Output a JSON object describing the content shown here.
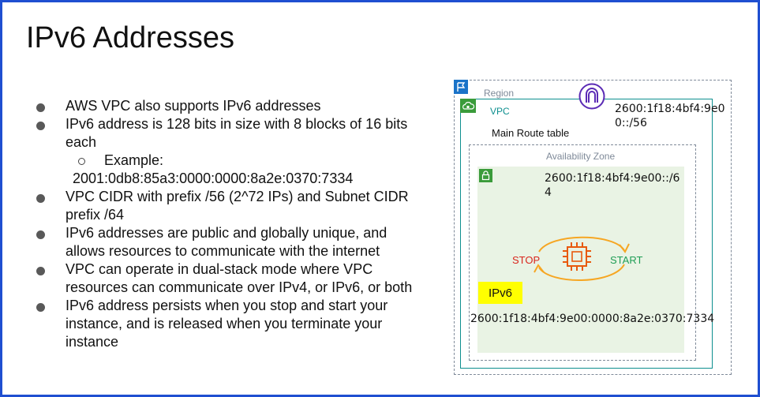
{
  "slide": {
    "title": "IPv6 Addresses",
    "bullets": [
      "AWS VPC also supports IPv6 addresses",
      "IPv6 address is 128 bits in size with 8 blocks of 16 bits each",
      "VPC CIDR with prefix /56 (2^72 IPs) and Subnet CIDR prefix /64",
      "IPv6 addresses are public and globally unique, and allows resources to communicate with the internet",
      "VPC can operate in dual-stack mode where VPC resources can communicate over IPv4, or IPv6, or both",
      "IPv6 address persists when you stop and start your instance, and is released when you terminate your instance"
    ],
    "sub_bullet": {
      "label": "Example:",
      "value": "2001:0db8:85a3:0000:0000:8a2e:0370:7334"
    }
  },
  "diagram": {
    "region_label": "Region",
    "vpc_label": "VPC",
    "vpc_cidr": "2600:1f18:4bf4:9e00::/56",
    "route_table_label": "Main Route table",
    "az_label": "Availability Zone",
    "subnet_cidr": "2600:1f18:4bf4:9e00::/64",
    "stop_label": "STOP",
    "start_label": "START",
    "ipv6_badge": "IPv6",
    "instance_address": "2600:1f18:4bf4:9e00:0000:8a2e:0370:7334",
    "icons": {
      "region": "flag-icon",
      "vpc": "cloud-lock-icon",
      "gateway": "internet-gateway-icon",
      "subnet": "lock-icon",
      "instance": "cpu-chip-icon"
    },
    "colors": {
      "slide_border": "#1f4fd1",
      "vpc_border": "#0d8f8f",
      "subnet_fill": "#e9f3e4",
      "stop": "#d9251d",
      "start": "#1f9d55",
      "chip": "#e8590c",
      "cycle_arrows": "#f6a623",
      "badge": "#ffff00",
      "gateway": "#5b2bb5"
    }
  }
}
